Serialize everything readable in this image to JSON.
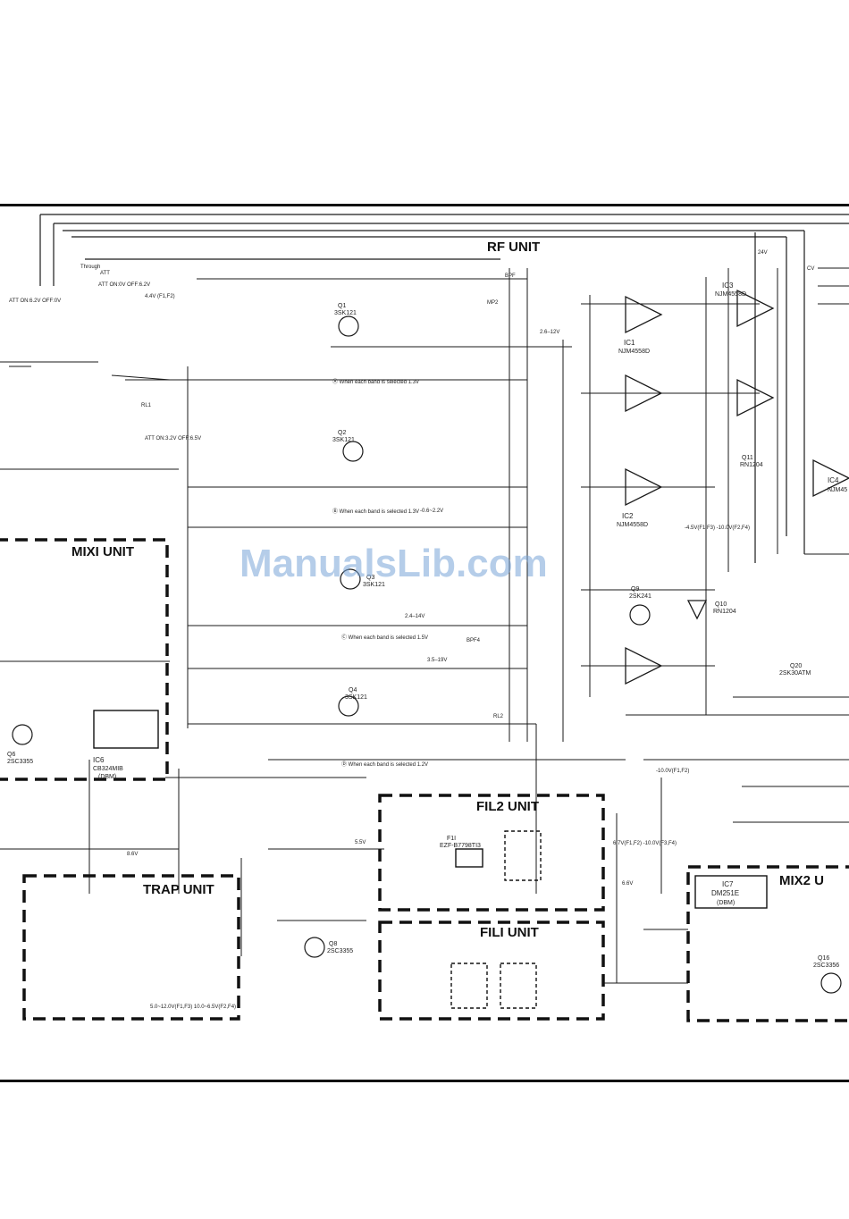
{
  "units": {
    "rf": "RF UNIT",
    "mix1": "MIXI UNIT",
    "trap": "TRAP UNIT",
    "fil2": "FIL2 UNIT",
    "fil1": "FILI UNIT",
    "mix2": "MIX2 U"
  },
  "ics": {
    "ic1": {
      "ref": "IC1",
      "part": "NJM4558D"
    },
    "ic2": {
      "ref": "IC2",
      "part": "NJM4558D"
    },
    "ic3": {
      "ref": "IC3",
      "part": "NJM4558D"
    },
    "ic4": {
      "ref": "IC4",
      "part": "NJM45"
    },
    "ic6": {
      "ref": "IC6",
      "part": "CB324MIB",
      "note": "(DBM)"
    },
    "ic7": {
      "ref": "IC7",
      "part": "DM251E",
      "note": "(DBM)"
    }
  },
  "transistors": [
    {
      "ref": "Q1",
      "part": "3SK121"
    },
    {
      "ref": "Q2",
      "part": "3SK121"
    },
    {
      "ref": "Q3",
      "part": "3SK121"
    },
    {
      "ref": "Q4",
      "part": "3SK121"
    },
    {
      "ref": "Q6",
      "part": "2SC3355"
    },
    {
      "ref": "Q8",
      "part": "2SC3355"
    },
    {
      "ref": "Q9",
      "part": "2SK241"
    },
    {
      "ref": "Q10",
      "part": "RN1204"
    },
    {
      "ref": "Q11",
      "part": "RN1204"
    },
    {
      "ref": "Q16",
      "part": "2SC3356"
    },
    {
      "ref": "Q20",
      "part": "2SK30ATM"
    }
  ],
  "filter": {
    "ref": "F1I",
    "part": "EZF-B7798TI3"
  },
  "notes": {
    "band_a": "Ⓐ When each band is selected 1.3V",
    "band_b": "Ⓑ When each band is selected 1.3V",
    "band_c": "Ⓒ When each band is selected 1.5V",
    "band_d": "Ⓓ When each band is selected 1.2V",
    "att_a": "ATT ON:6.2V OFF:0V",
    "att_b": "ATT ON:0V OFF:6.2V",
    "att_c": "ATT ON:3.2V OFF:6.5V",
    "v1": "4.4V (F1,F2)",
    "v2": "2.6–12V",
    "v3": "-0.6~2.2V",
    "v4": "2.4–14V",
    "v5": "3.5–19V",
    "v6": "24V",
    "v7": "8.6V",
    "v8": "5.5V",
    "v9": "6.6V",
    "v10": "-10.0V(F1,F2)",
    "v11": "6.7V(F1,F2) -10.0V(F3,F4)",
    "v12": "5.0~12.0V(F1,F3) 10.0~6.5V(F2,F4)",
    "v13": "-4.5V(F1,F3) -10.0V(F2,F4)"
  },
  "nodes": {
    "bpf": "BPF",
    "mp2": "MP2",
    "bpf4": "BPF4",
    "rl1": "RL1",
    "rl2": "RL2",
    "att": "ATT",
    "through": "Through",
    "cv": "CV"
  },
  "watermark": "ManualsLib.com"
}
